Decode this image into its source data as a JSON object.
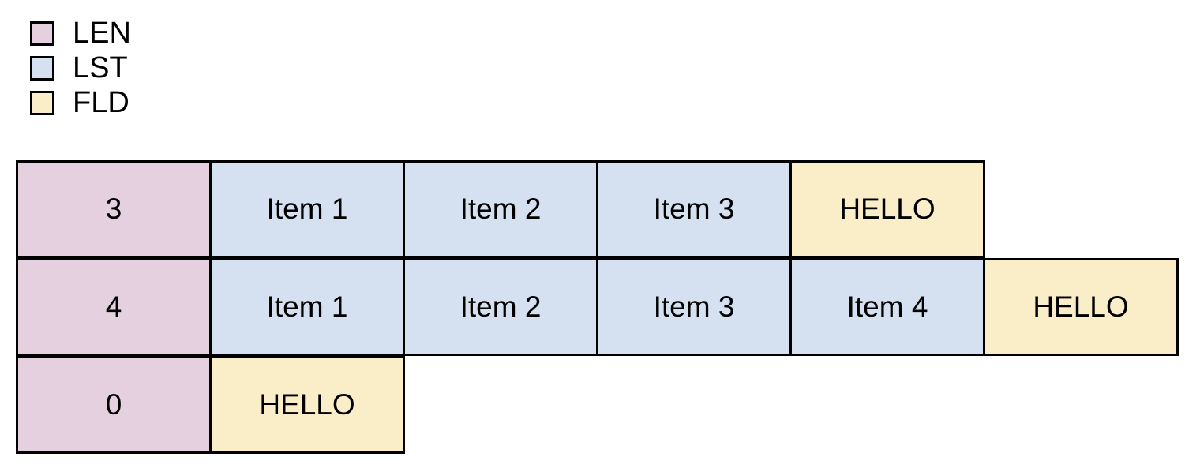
{
  "legend": {
    "items": [
      {
        "label": "LEN",
        "color": "#e4d0de",
        "kind": "len"
      },
      {
        "label": "LST",
        "color": "#d5e0f0",
        "kind": "lst"
      },
      {
        "label": "FLD",
        "color": "#faeec8",
        "kind": "fld"
      }
    ]
  },
  "colors": {
    "len": "#e4d0de",
    "lst": "#d5e0f0",
    "fld": "#faeec8",
    "border": "#000000",
    "background": "#ffffff",
    "text": "#000000"
  },
  "table": {
    "rows": [
      {
        "cells": [
          {
            "text": "3",
            "kind": "len"
          },
          {
            "text": "Item 1",
            "kind": "lst"
          },
          {
            "text": "Item 2",
            "kind": "lst"
          },
          {
            "text": "Item 3",
            "kind": "lst"
          },
          {
            "text": "HELLO",
            "kind": "fld"
          }
        ]
      },
      {
        "cells": [
          {
            "text": "4",
            "kind": "len"
          },
          {
            "text": "Item 1",
            "kind": "lst"
          },
          {
            "text": "Item 2",
            "kind": "lst"
          },
          {
            "text": "Item 3",
            "kind": "lst"
          },
          {
            "text": "Item 4",
            "kind": "lst"
          },
          {
            "text": "HELLO",
            "kind": "fld"
          }
        ]
      },
      {
        "cells": [
          {
            "text": "0",
            "kind": "len"
          },
          {
            "text": "HELLO",
            "kind": "fld"
          }
        ]
      }
    ]
  }
}
